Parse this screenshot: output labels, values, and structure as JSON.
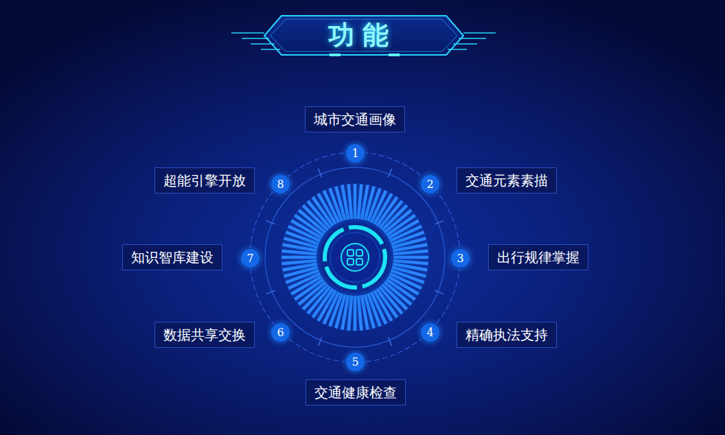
{
  "diagram": {
    "title": "功能",
    "nodes": [
      {
        "text": [
          "城市交通画像"
        ]
      },
      {
        "text": [
          "1"
        ]
      },
      {
        "text": [
          "交通元素素描"
        ]
      },
      {
        "text": [
          "2"
        ]
      },
      {
        "text": [
          "出行规律掌握"
        ]
      },
      {
        "text": [
          "3"
        ]
      },
      {
        "text": [
          "精确执法支持"
        ]
      },
      {
        "text": [
          "4"
        ]
      },
      {
        "text": [
          "交通健康检查"
        ]
      },
      {
        "text": [
          "5"
        ]
      },
      {
        "text": [
          "数据共享交换"
        ]
      },
      {
        "text": [
          "6"
        ]
      },
      {
        "text": [
          "知识智库建设"
        ]
      },
      {
        "text": [
          "7"
        ]
      },
      {
        "text": [
          "超能引擎开放"
        ]
      },
      {
        "text": [
          "8"
        ]
      }
    ]
  }
}
